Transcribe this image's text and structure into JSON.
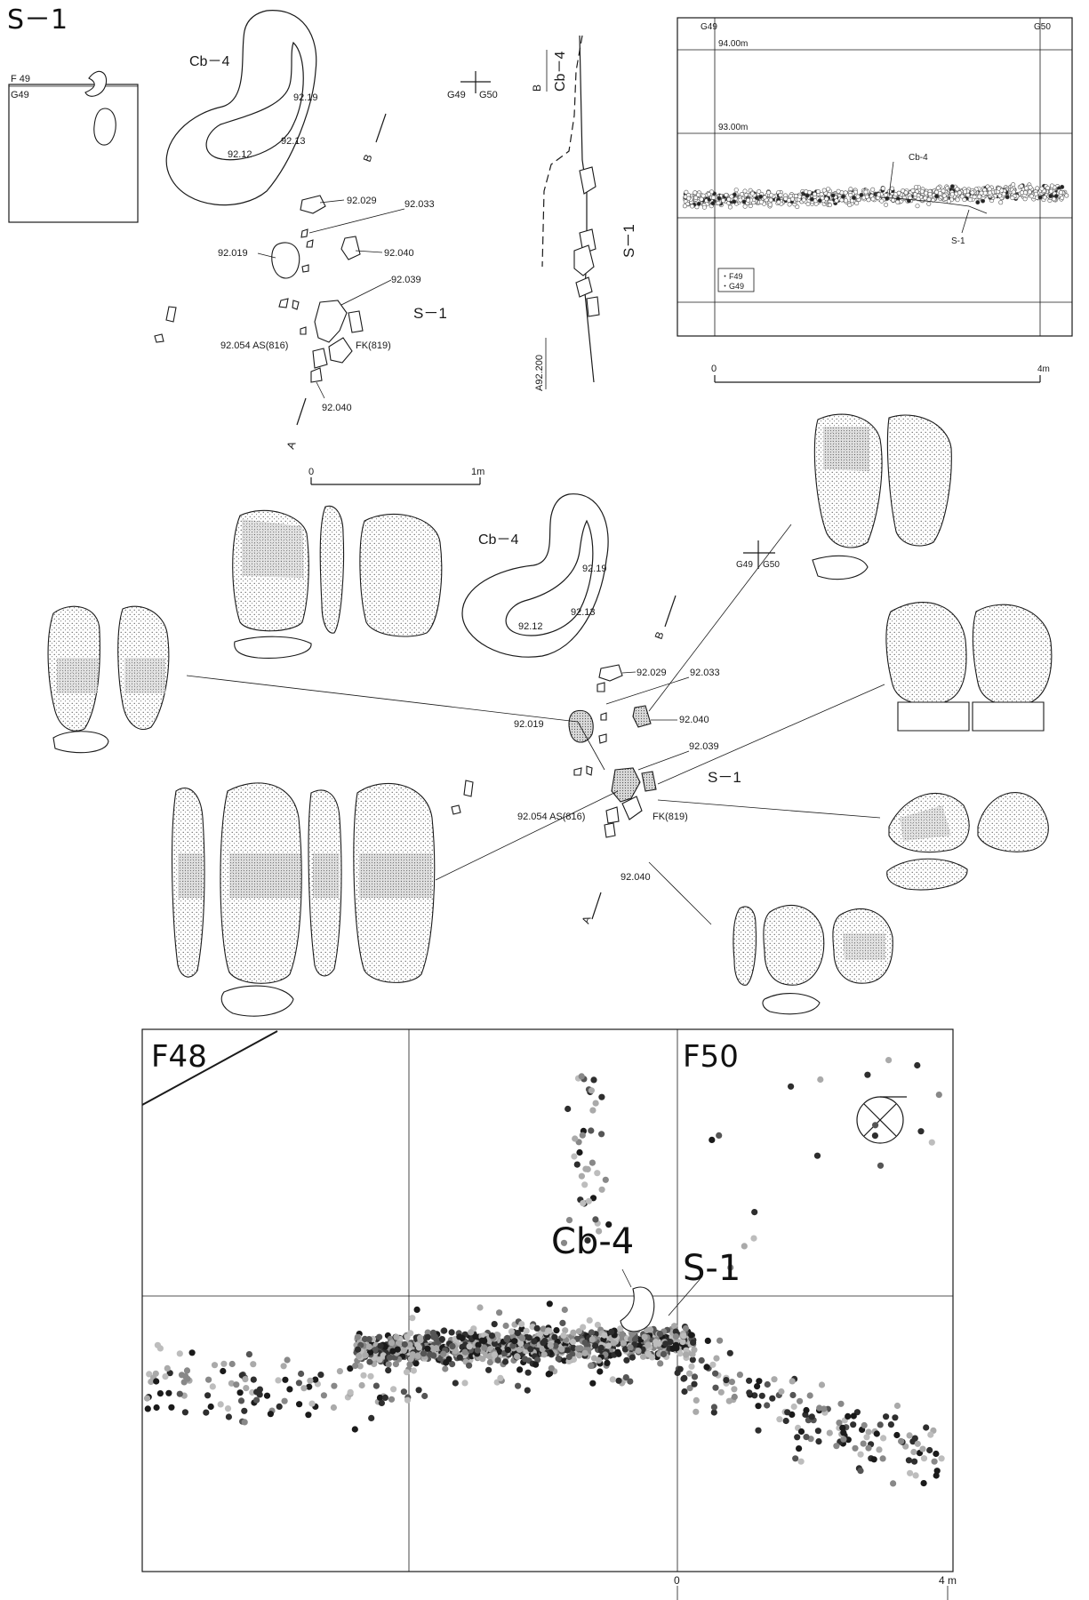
{
  "figure_title": "S－1",
  "top_left_grid": {
    "f": "F 49",
    "g": "G49"
  },
  "plan_labels": {
    "pit": "Cb－4",
    "feature": "S－1",
    "grid_g49": "G49",
    "grid_g50": "G50",
    "section_a": "A",
    "section_b": "B",
    "elev_inner1": "92.19",
    "elev_inner2": "92.13",
    "elev_inner3": "92.12",
    "e_029": "92.029",
    "e_033": "92.033",
    "e_019": "92.019",
    "e_040a": "92.040",
    "e_039": "92.039",
    "e_054": "92.054 AS(816)",
    "e_fk": "FK(819)",
    "e_040b": "92.040",
    "scale_0": "0",
    "scale_1m": "1m"
  },
  "section_profile": {
    "b": "B",
    "cb4": "Cb－4",
    "s1": "S－1",
    "a_label": "A92.200"
  },
  "elevation_chart": {
    "g49": "G49",
    "g50": "G50",
    "line_94": "94.00m",
    "line_93": "93.00m",
    "cb4": "Cb-4",
    "s1": "S-1",
    "legend_f49": "・F49",
    "legend_g49": "・G49",
    "scale_0": "0",
    "scale_4m": "4m"
  },
  "middle_plan": {
    "pit": "Cb－4",
    "feature": "S－1",
    "grid_g49": "G49",
    "grid_g50": "G50",
    "section_a": "A",
    "section_b": "B",
    "elev_inner1": "92.19",
    "elev_inner2": "92.13",
    "elev_inner3": "92.12",
    "e_029": "92.029",
    "e_033": "92.033",
    "e_019": "92.019",
    "e_040a": "92.040",
    "e_039": "92.039",
    "e_054": "92.054 AS(816)",
    "e_fk": "FK(819)",
    "e_040b": "92.040"
  },
  "distribution_map": {
    "f48": "F48",
    "f50": "F50",
    "cb4": "Cb-4",
    "s1": "S-1",
    "scale_0": "0",
    "scale_4m": "4 m"
  }
}
